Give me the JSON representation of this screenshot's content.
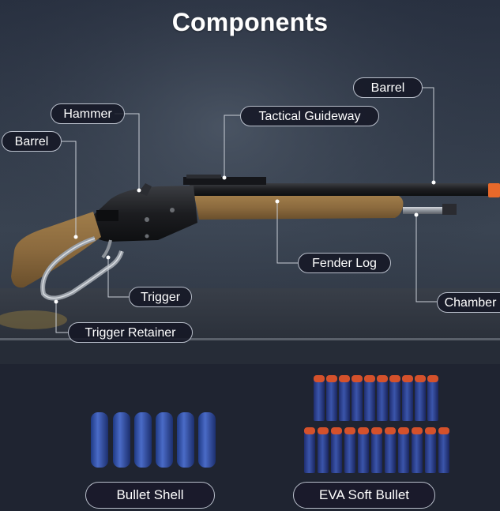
{
  "title": "Components",
  "labels": {
    "barrel_top": "Barrel",
    "hammer": "Hammer",
    "tactical_guideway": "Tactical Guideway",
    "barrel_left": "Barrel",
    "fender_log": "Fender Log",
    "trigger": "Trigger",
    "chamber": "Chamber",
    "trigger_retainer": "Trigger Retainer"
  },
  "accessories": {
    "bullet_shell": "Bullet Shell",
    "eva_soft_bullet": "EVA Soft Bullet"
  },
  "colors": {
    "bg_top": "#232b3a",
    "bg_mid": "#3a4452",
    "bg_bottom": "#1f2532",
    "wood": "#8b6a3e",
    "metal": "#1b1c1f",
    "tip": "#e8692a",
    "shell_blue": "#2f4fa8",
    "dart_blue": "#2c3f8c",
    "dart_tip": "#d4512b"
  }
}
